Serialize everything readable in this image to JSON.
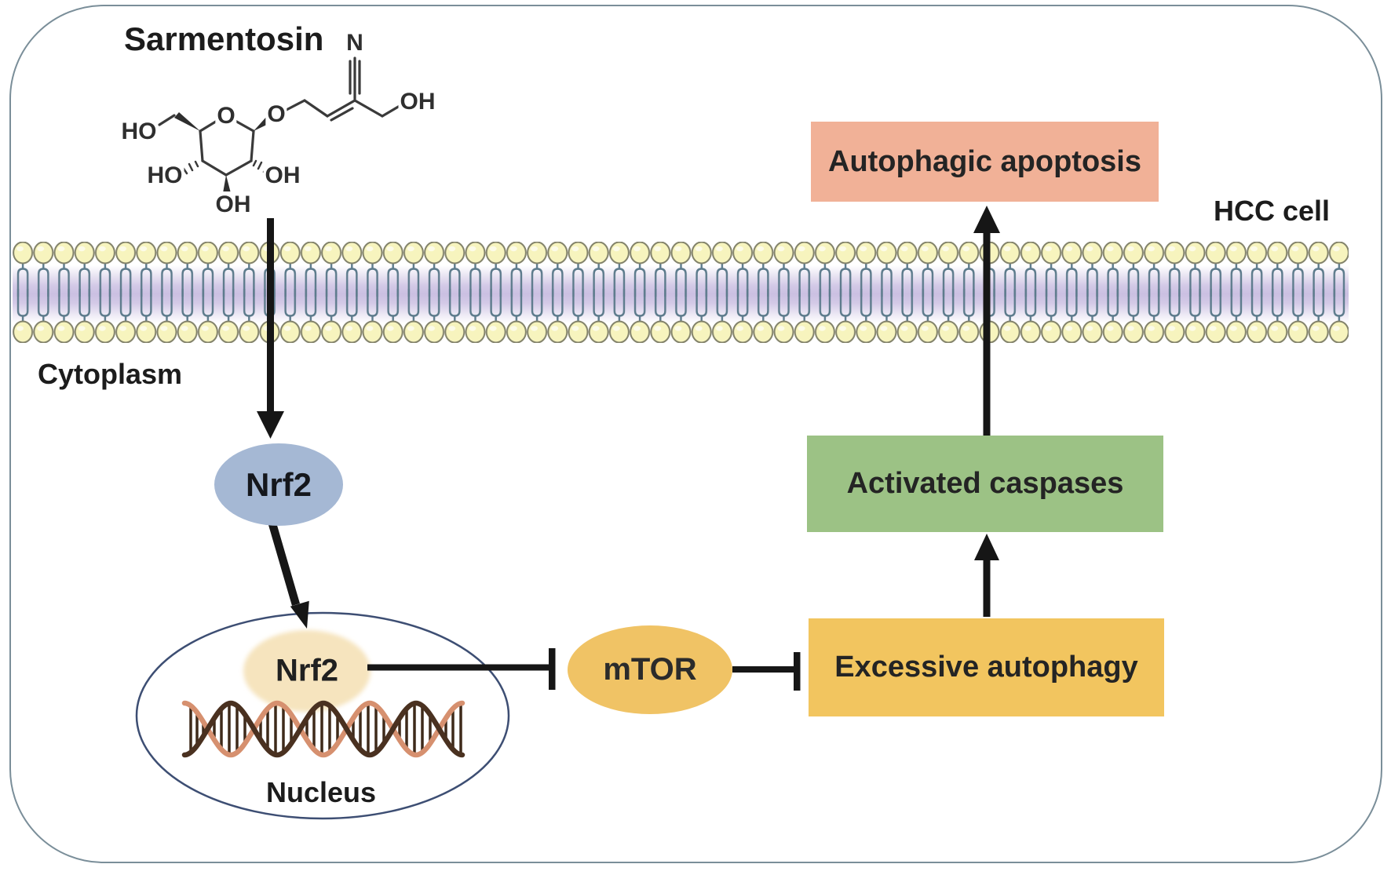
{
  "diagram_title": "Sarmentosin",
  "cell": {
    "type_label": "HCC cell",
    "cytoplasm_label": "Cytoplasm",
    "nucleus_label": "Nucleus"
  },
  "nodes": {
    "sarmentosin": "Sarmentosin",
    "nrf2_cytoplasm": "Nrf2",
    "nrf2_nucleus": "Nrf2",
    "mtor": "mTOR",
    "excessive_autophagy": "Excessive autophagy",
    "activated_caspases": "Activated caspases",
    "autophagic_apoptosis": "Autophagic apoptosis"
  },
  "molecule": {
    "name": "Sarmentosin",
    "atom_labels": {
      "ring_o": "O",
      "glyco_o": "O",
      "nitrile_n": "N",
      "ho_left": "HO",
      "ho_lower_left": "HO",
      "oh_lower_right": "OH",
      "oh_bottom": "OH",
      "oh_chain": "OH"
    }
  },
  "edges": [
    {
      "from": "Sarmentosin",
      "to": "Nrf2 (cytoplasm)",
      "type": "arrow"
    },
    {
      "from": "Nrf2 (cytoplasm)",
      "to": "Nrf2 (nucleus)",
      "type": "arrow"
    },
    {
      "from": "Nrf2 (nucleus)",
      "to": "mTOR",
      "type": "inhibition"
    },
    {
      "from": "mTOR",
      "to": "Excessive autophagy",
      "type": "inhibition"
    },
    {
      "from": "Excessive autophagy",
      "to": "Activated caspases",
      "type": "arrow"
    },
    {
      "from": "Activated caspases",
      "to": "Autophagic apoptosis",
      "type": "arrow"
    }
  ],
  "colors": {
    "membrane_head": "#F7F4BE",
    "membrane_head_outline": "#82826A",
    "membrane_tail": "#5D7B8C",
    "membrane_core": "#CBC0E2",
    "nrf2_cytoplasm_fill": "#A5B8D4",
    "nrf2_nucleus_fill": "#F6E4BE",
    "mtor_fill": "#F0C365",
    "autophagic_apoptosis_fill": "#F1B197",
    "activated_caspases_fill": "#9CC285",
    "excessive_autophagy_fill": "#F2C55F",
    "dna_strand_dark": "#4A3120",
    "dna_strand_light": "#D6906F",
    "arrow": "#161616",
    "nucleus_outline": "#3D4E73",
    "cell_border": "#7A8E99"
  }
}
